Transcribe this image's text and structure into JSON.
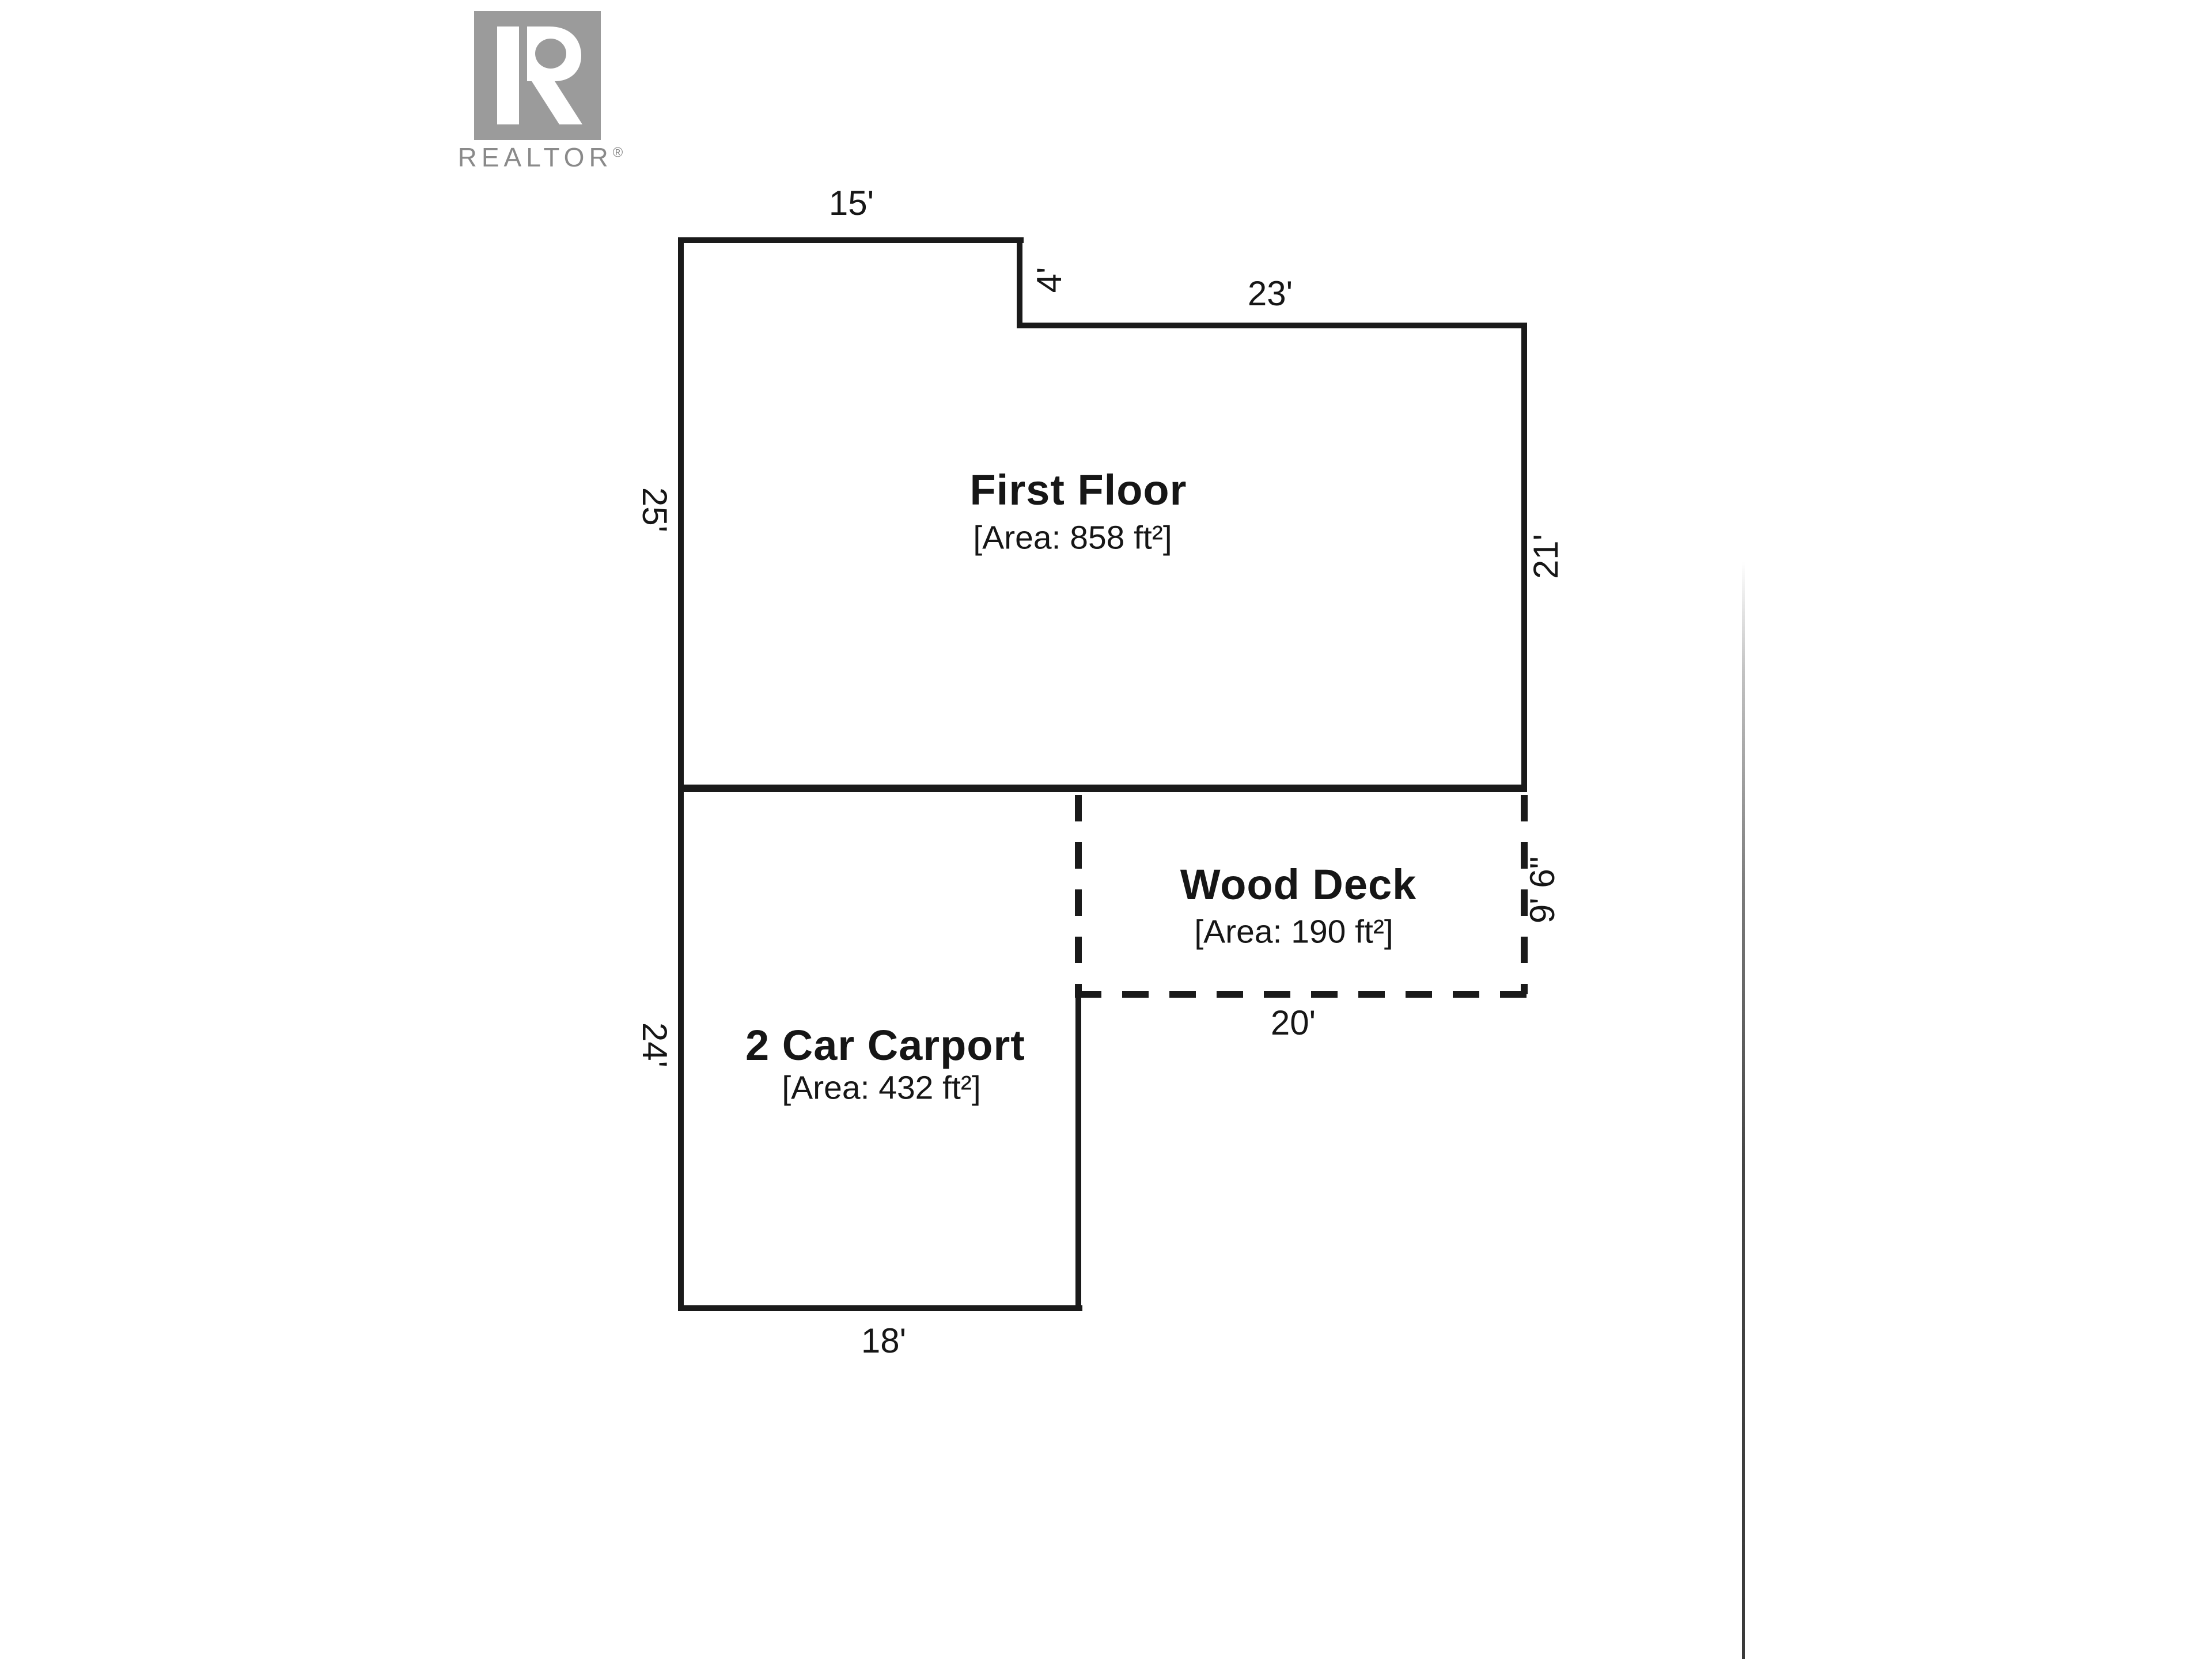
{
  "logo": {
    "brand": "REALTOR",
    "reg": "®"
  },
  "colors": {
    "wall": "#1a1a1a",
    "text": "#161616",
    "logo_gray": "#9b9b9b",
    "logo_text": "#8a8a8a",
    "paper": "#ffffff"
  },
  "rooms": {
    "first_floor": {
      "title": "First Floor",
      "area": "[Area: 858 ft²]"
    },
    "wood_deck": {
      "title": "Wood Deck",
      "area": "[Area: 190 ft²]"
    },
    "carport": {
      "title": "2 Car Carport",
      "area": "[Area: 432 ft²]"
    }
  },
  "dimensions": {
    "top_left_width": "15'",
    "notch_height": "4'",
    "top_right_width": "23'",
    "left_height": "25'",
    "right_height": "21'",
    "deck_height": "9' 6\"",
    "deck_width": "20'",
    "carport_height": "24'",
    "carport_width": "18'"
  }
}
